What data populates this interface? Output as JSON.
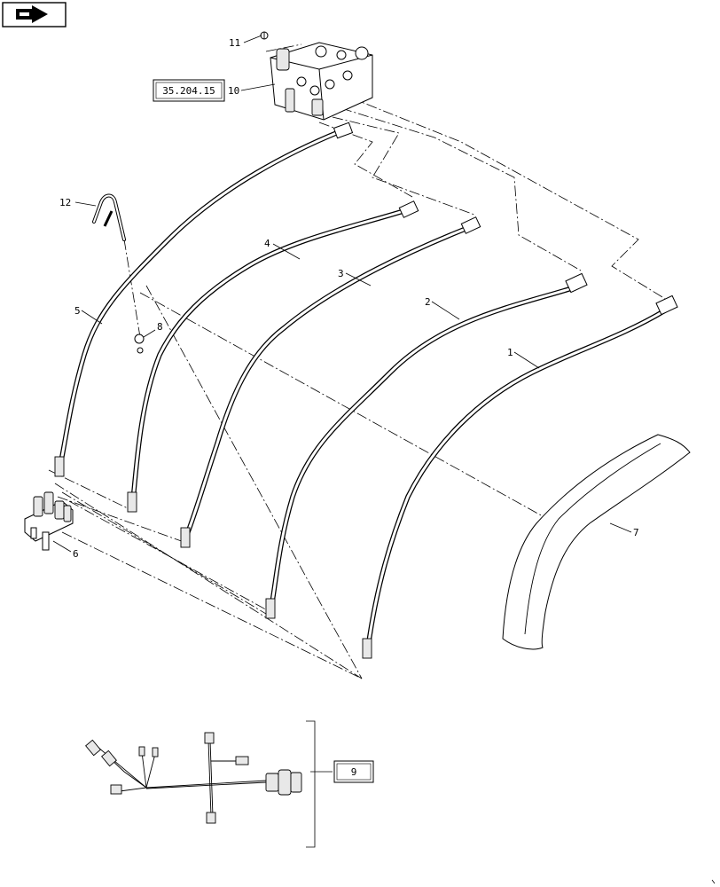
{
  "nav": {
    "icon": "back-arrow-icon"
  },
  "reference_box": {
    "label": "35.204.15"
  },
  "callouts": {
    "c1": "1",
    "c2": "2",
    "c3": "3",
    "c4": "4",
    "c5": "5",
    "c6": "6",
    "c7": "7",
    "c8": "8",
    "c9": "9",
    "c10": "10",
    "c11": "11",
    "c12": "12"
  }
}
